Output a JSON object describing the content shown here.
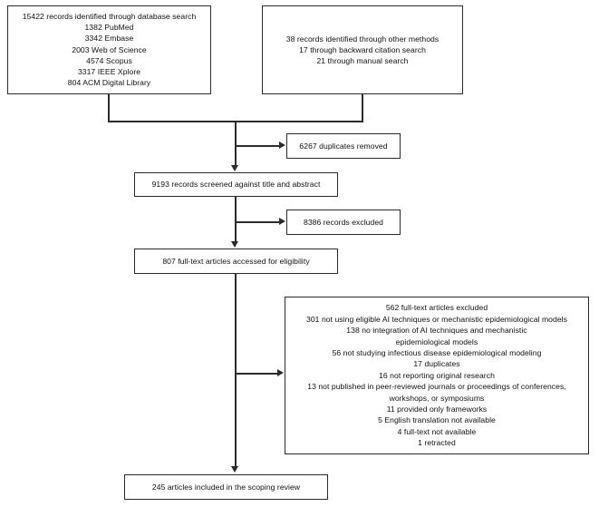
{
  "diagram": {
    "title": "PRISMA scoping review flow diagram",
    "type": "flowchart",
    "line_color": "#2b2b2b",
    "background_color": "#ffffff"
  },
  "identification": {
    "database_box": {
      "lines": [
        "15422 records identified through database search",
        "1382 PubMed",
        "3342 Embase",
        "2003 Web of Science",
        "4574 Scopus",
        "3317 IEEE Xplore",
        "804 ACM Digital Library"
      ],
      "total": 15422,
      "sources": [
        {
          "name": "PubMed",
          "count": 1382
        },
        {
          "name": "Embase",
          "count": 3342
        },
        {
          "name": "Web of Science",
          "count": 2003
        },
        {
          "name": "Scopus",
          "count": 4574
        },
        {
          "name": "IEEE Xplore",
          "count": 3317
        },
        {
          "name": "ACM Digital Library",
          "count": 804
        }
      ]
    },
    "other_methods_box": {
      "lines": [
        "38 records identified through other methods",
        "17 through backward citation search",
        "21 through manual search"
      ],
      "total": 38,
      "sources": [
        {
          "name": "backward citation search",
          "count": 17
        },
        {
          "name": "manual search",
          "count": 21
        }
      ]
    }
  },
  "screening": {
    "duplicates_box": {
      "lines": [
        "6267 duplicates removed"
      ],
      "count": 6267
    },
    "screened_box": {
      "lines": [
        "9193 records screened against title and abstract"
      ],
      "count": 9193
    },
    "excluded_box": {
      "lines": [
        "8386 records excluded"
      ],
      "count": 8386
    }
  },
  "eligibility": {
    "fulltext_box": {
      "lines": [
        "807 full-text articles accessed for eligibility"
      ],
      "count": 807
    },
    "exclusions_box": {
      "lines": [
        "562 full-text articles excluded",
        "301 not using eligible AI techniques or mechanistic epidemiological models",
        "138 no integration of AI techniques and mechanistic\nepidemiological models",
        "56 not studying infectious disease epidemiological modeling",
        "17 duplicates",
        "16 not reporting original research",
        "13 not published in peer-reviewed journals or proceedings of conferences,\nworkshops, or symposiums",
        "11 provided only frameworks",
        "5 English translation not available",
        "4 full-text not available",
        "1 retracted"
      ],
      "total": 562,
      "reasons": [
        {
          "count": 301,
          "reason": "not using eligible AI techniques or mechanistic epidemiological models"
        },
        {
          "count": 138,
          "reason": "no integration of AI techniques and mechanistic epidemiological models"
        },
        {
          "count": 56,
          "reason": "not studying infectious disease epidemiological modeling"
        },
        {
          "count": 17,
          "reason": "duplicates"
        },
        {
          "count": 16,
          "reason": "not reporting original research"
        },
        {
          "count": 13,
          "reason": "not published in peer-reviewed journals or proceedings of conferences, workshops, or symposiums"
        },
        {
          "count": 11,
          "reason": "provided only frameworks"
        },
        {
          "count": 5,
          "reason": "English translation not available"
        },
        {
          "count": 4,
          "reason": "full-text not available"
        },
        {
          "count": 1,
          "reason": "retracted"
        }
      ]
    }
  },
  "included": {
    "included_box": {
      "lines": [
        "245 articles included in the scoping review"
      ],
      "count": 245
    }
  }
}
